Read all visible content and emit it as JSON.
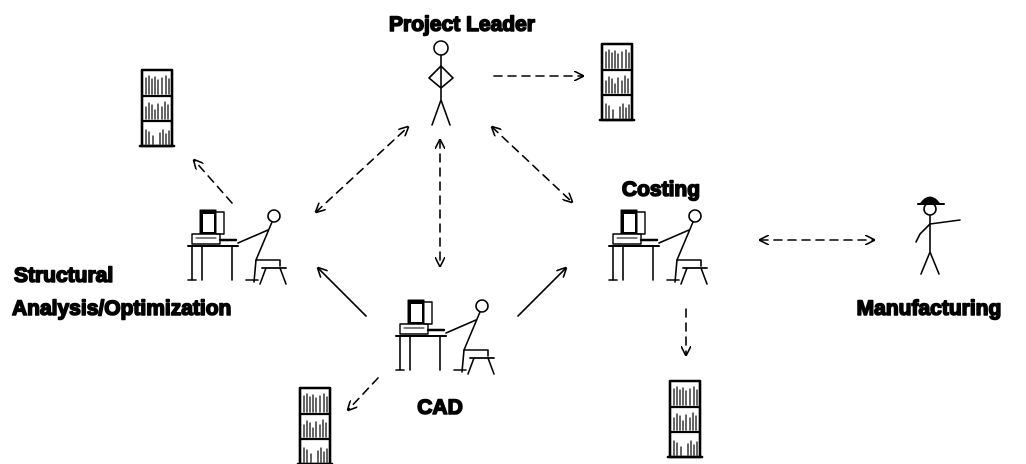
{
  "labels": {
    "project_leader": "Project Leader",
    "costing": "Costing",
    "structural_line1": "Structural",
    "structural_line2": "Analysis/Optimization",
    "manufacturing": "Manufacturing",
    "cad": "CAD"
  },
  "colors": {
    "ink": "#000000",
    "background": "#ffffff"
  },
  "icons": [
    "person-icon",
    "workstation-icon",
    "bookshelf-icon",
    "hardhat-worker-icon"
  ]
}
